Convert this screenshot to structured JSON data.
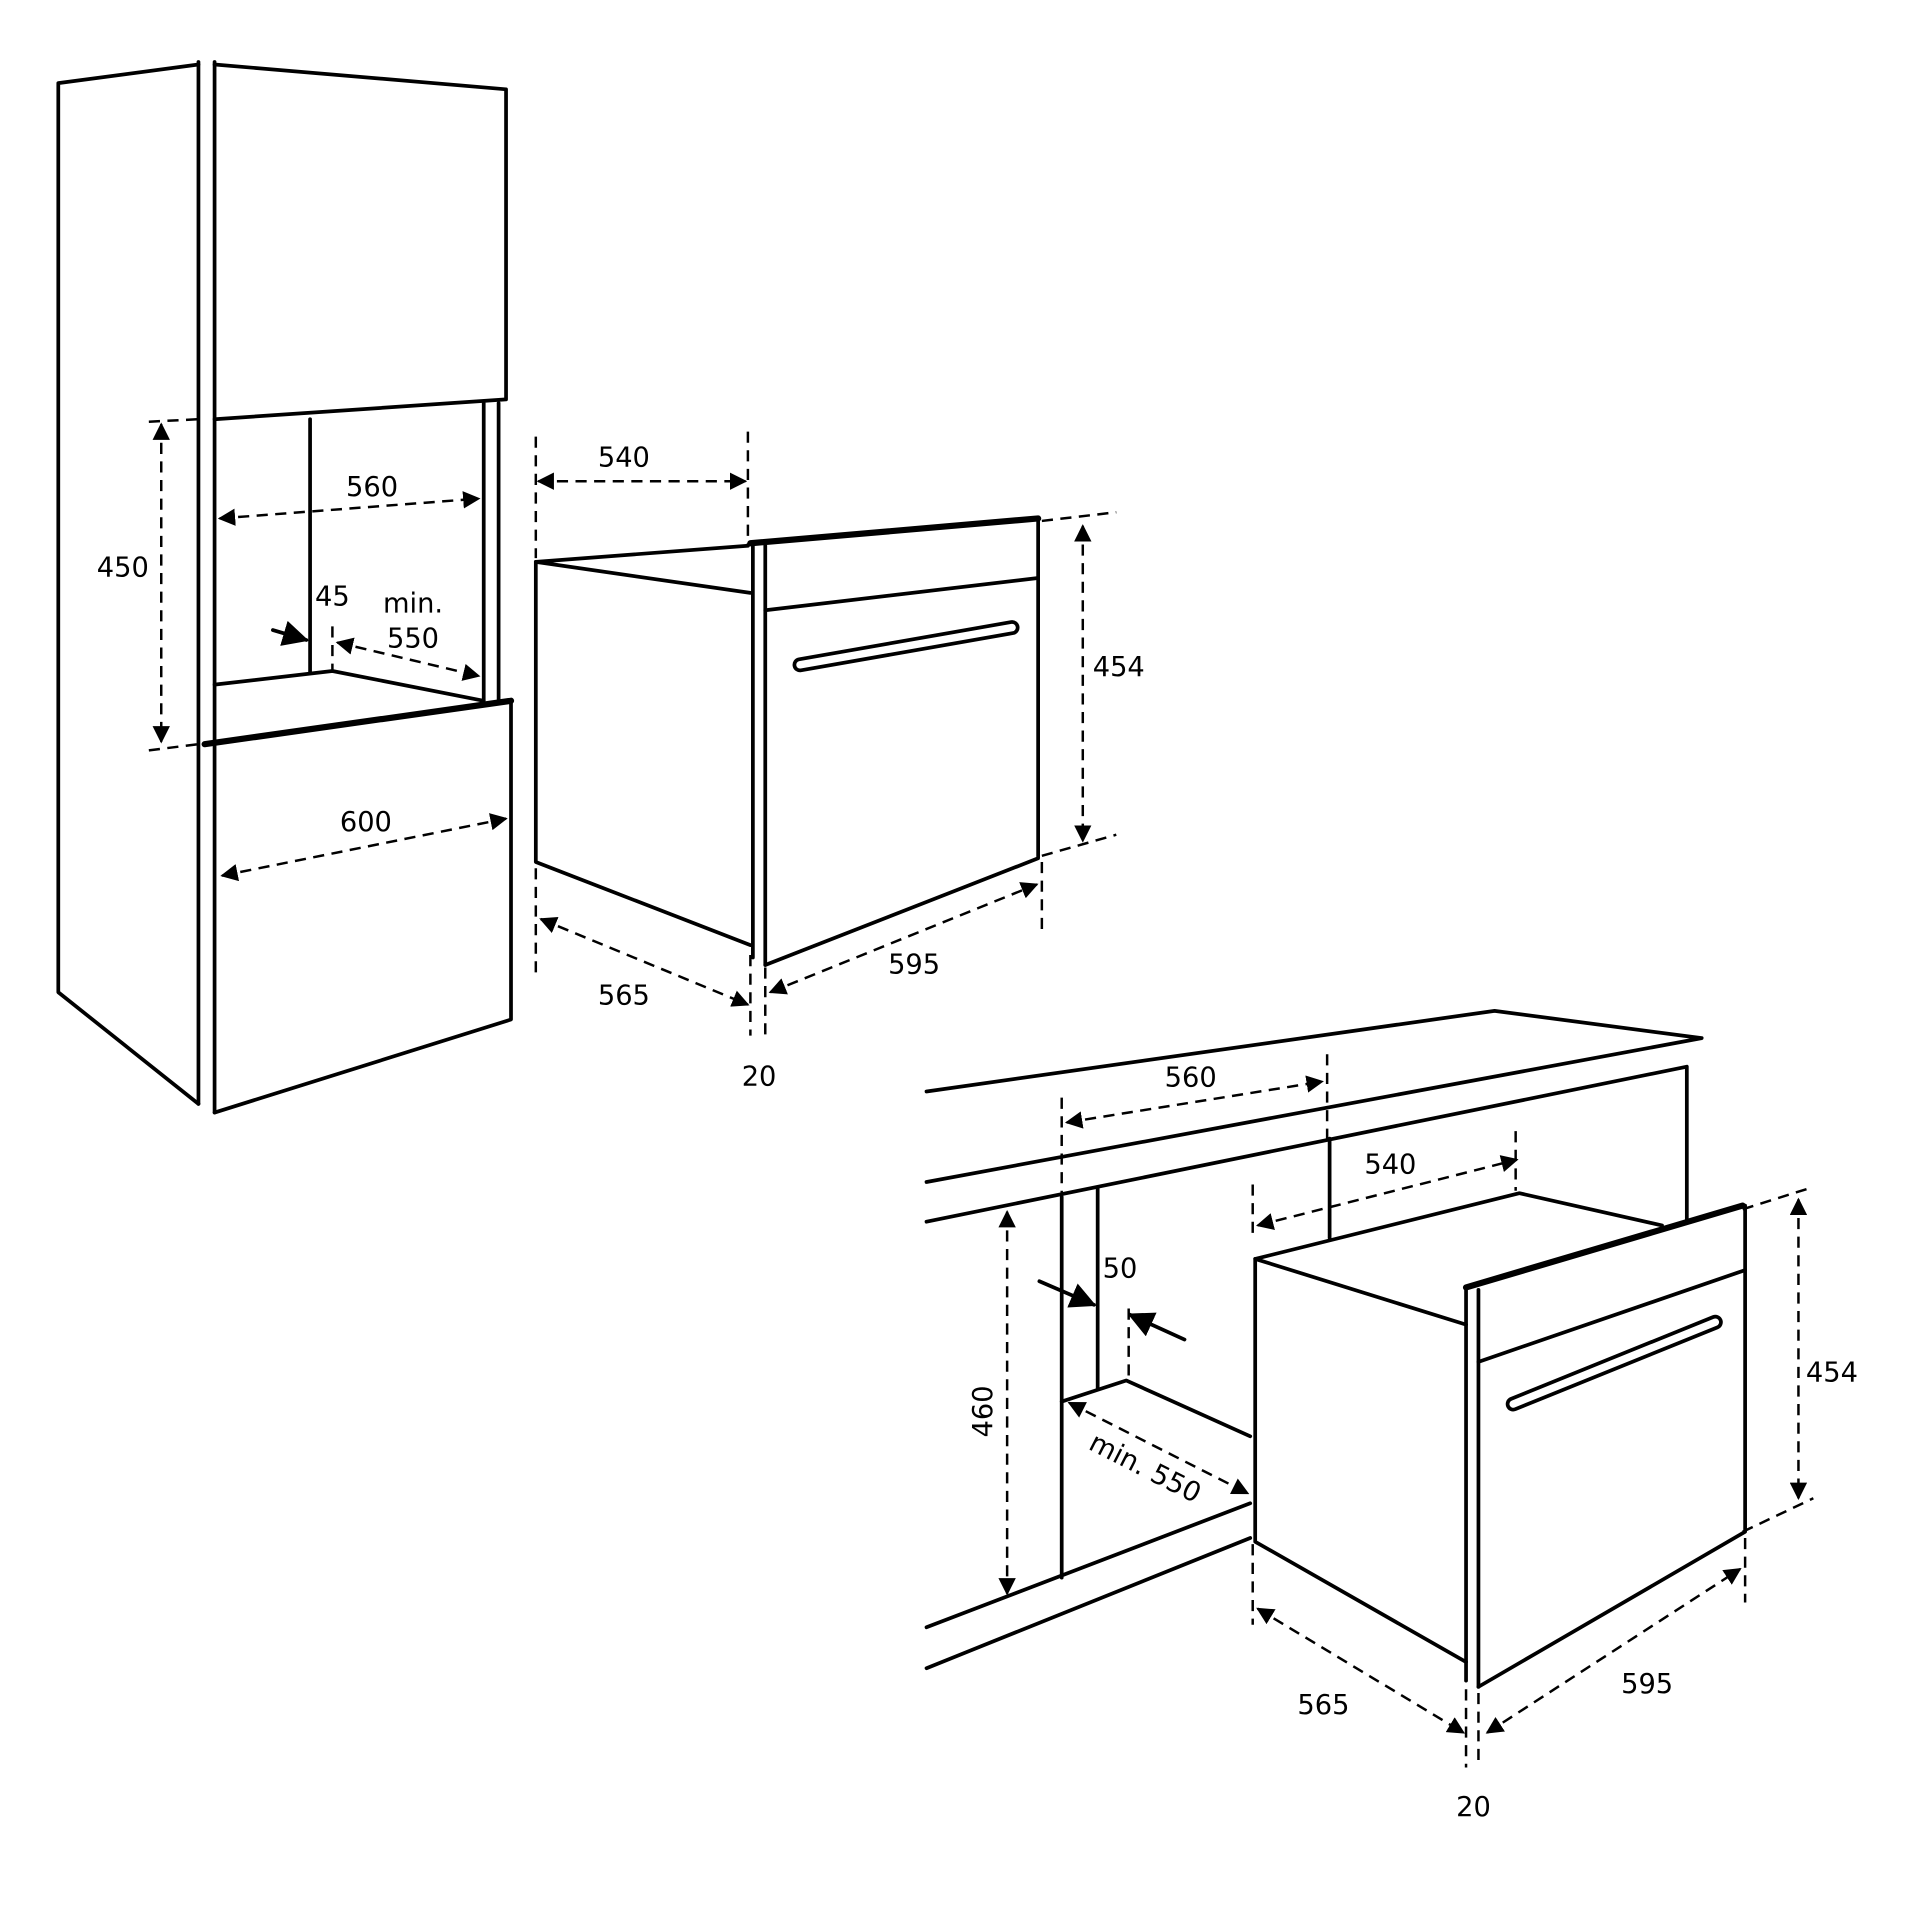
{
  "diagram": {
    "colors": {
      "line": "#000000",
      "background": "#ffffff"
    },
    "tall_cabinet": {
      "niche_height": "450",
      "niche_width": "560",
      "rear_gap": "45",
      "depth_label_1": "min.",
      "depth_label_2": "550",
      "cabinet_width": "600"
    },
    "oven": {
      "body_width": "540",
      "front_height": "454",
      "body_depth": "565",
      "front_width": "595",
      "front_thickness": "20"
    },
    "under_counter": {
      "niche_width": "560",
      "body_width": "540",
      "niche_height": "460",
      "rear_gap": "50",
      "depth": "min. 550",
      "front_height": "454",
      "body_depth": "565",
      "front_width": "595",
      "front_thickness": "20"
    }
  }
}
